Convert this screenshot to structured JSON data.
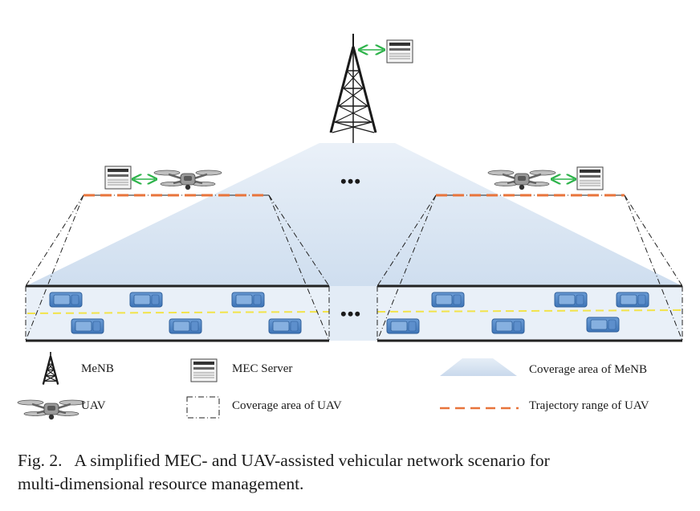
{
  "legend": {
    "menb": "MeNB",
    "mec_server": "MEC Server",
    "coverage_menb": "Coverage area of MeNB",
    "uav": "UAV",
    "coverage_uav": "Coverage area of UAV",
    "trajectory_uav": "Trajectory range of UAV"
  },
  "ellipsis": "•••",
  "caption": {
    "line1": "Fig. 2.   A simplified MEC- and UAV-assisted vehicular network scenario for",
    "line2": "multi-dimensional resource management."
  },
  "colors": {
    "coverage_fill": "#d6e3f1",
    "vehicle": "#4f86c6",
    "trajectory": "#e8743b",
    "lane": "#f2e34a",
    "link": "#2db34a"
  },
  "icons": [
    "tower-icon",
    "server-icon",
    "drone-icon",
    "bidirectional-arrow-icon"
  ]
}
